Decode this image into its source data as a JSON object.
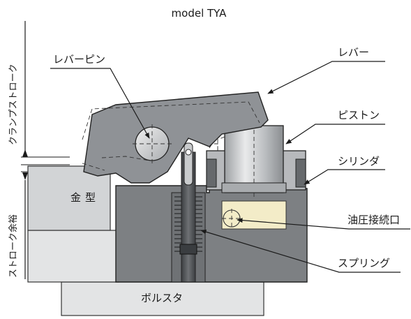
{
  "title": "model TYA",
  "vertical_labels": {
    "clamp_stroke": "クランプストローク",
    "stroke_margin": "ストローク余裕"
  },
  "callouts": {
    "lever": "レバー",
    "lever_pin": "レバーピン",
    "piston": "ピストン",
    "cylinder": "シリンダ",
    "port": "油圧接続口",
    "spring": "スプリング"
  },
  "parts": {
    "die": "金型",
    "bolster": "ボルスタ"
  },
  "colors": {
    "body": "#7d8083",
    "lever": "#8f9296",
    "port": "#f3ecc8",
    "spring_rod": "#5a5d60"
  }
}
